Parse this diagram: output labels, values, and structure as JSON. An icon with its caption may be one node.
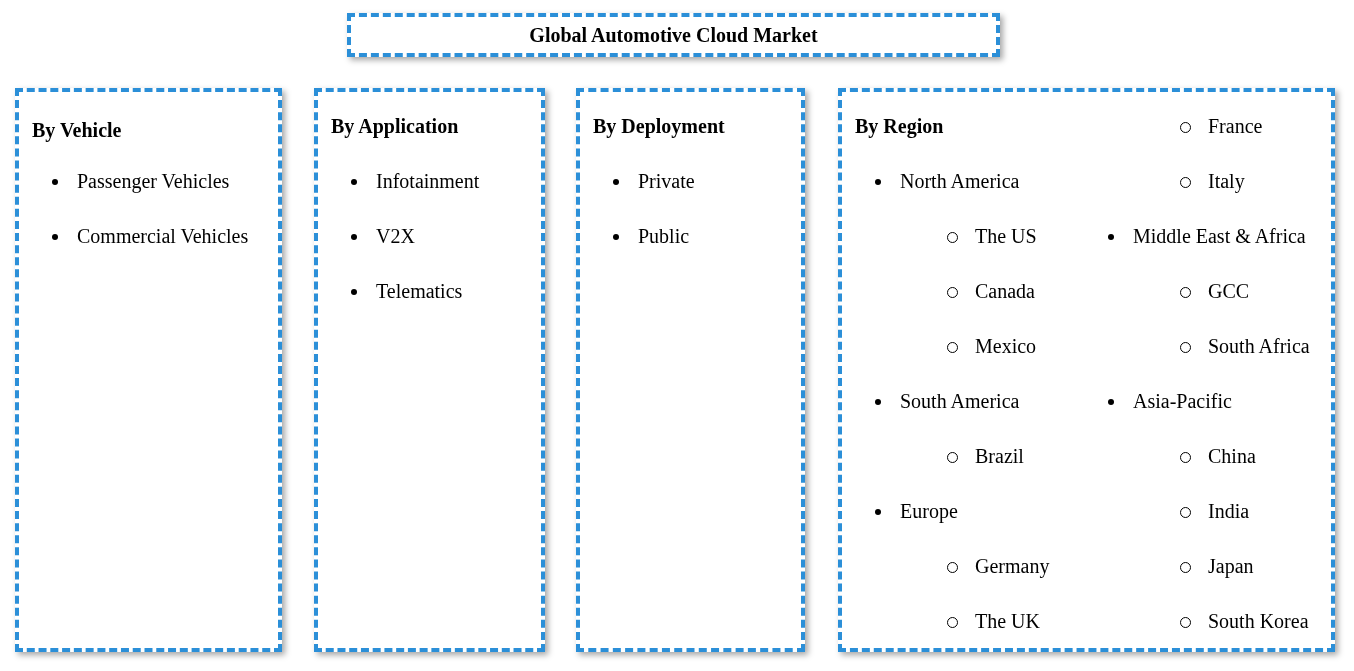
{
  "diagram": {
    "nodes": [
      {
        "text": [
          "Global Automotive Cloud Market"
        ]
      },
      {
        "text": [
          "By Vehicle",
          "Passenger Vehicles",
          "Commercial Vehicles"
        ]
      },
      {
        "text": [
          "By Application",
          "Infotainment",
          "V2X",
          "Telematics"
        ]
      },
      {
        "text": [
          "By Deployment",
          "Private",
          "Public"
        ]
      },
      {
        "text": [
          "By Region",
          "North America",
          "The US",
          "Canada",
          "Mexico",
          "South America",
          "Brazil",
          "Europe",
          "Germany",
          "The UK",
          "France",
          "Italy",
          "Middle East & Africa",
          "GCC",
          "South Africa",
          "Asia-Pacific",
          "China",
          "India",
          "Japan",
          "South Korea"
        ]
      }
    ]
  }
}
